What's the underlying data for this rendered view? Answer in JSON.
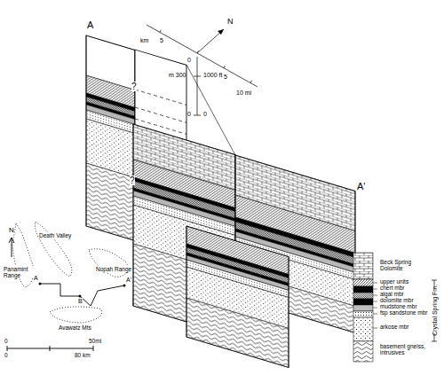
{
  "diagram": {
    "labels": [
      "A",
      "?",
      "?",
      "A'",
      "N",
      "km",
      "5",
      "0",
      "5",
      "10 mi",
      "m 300",
      "1000 ft",
      "0",
      "0",
      "Crystal Spring Fm.",
      "N",
      "Death Valley",
      "Panamint Range",
      "Nopah Range",
      "Avawatz Mts",
      "A",
      "B",
      "A'",
      "0",
      "50mi",
      "0",
      "80 km"
    ],
    "legend": [
      {
        "text": "Beck Spring Dolomite"
      },
      {
        "text": "upper units"
      },
      {
        "text": "chert mbr"
      },
      {
        "text": "algal mbr"
      },
      {
        "text": "dolomite mbr"
      },
      {
        "text": "mudstone mbr"
      },
      {
        "text": "fsp sandstone mbr"
      },
      {
        "text": "arkose mbr"
      },
      {
        "text": "basement gneiss, intrusives"
      }
    ]
  }
}
